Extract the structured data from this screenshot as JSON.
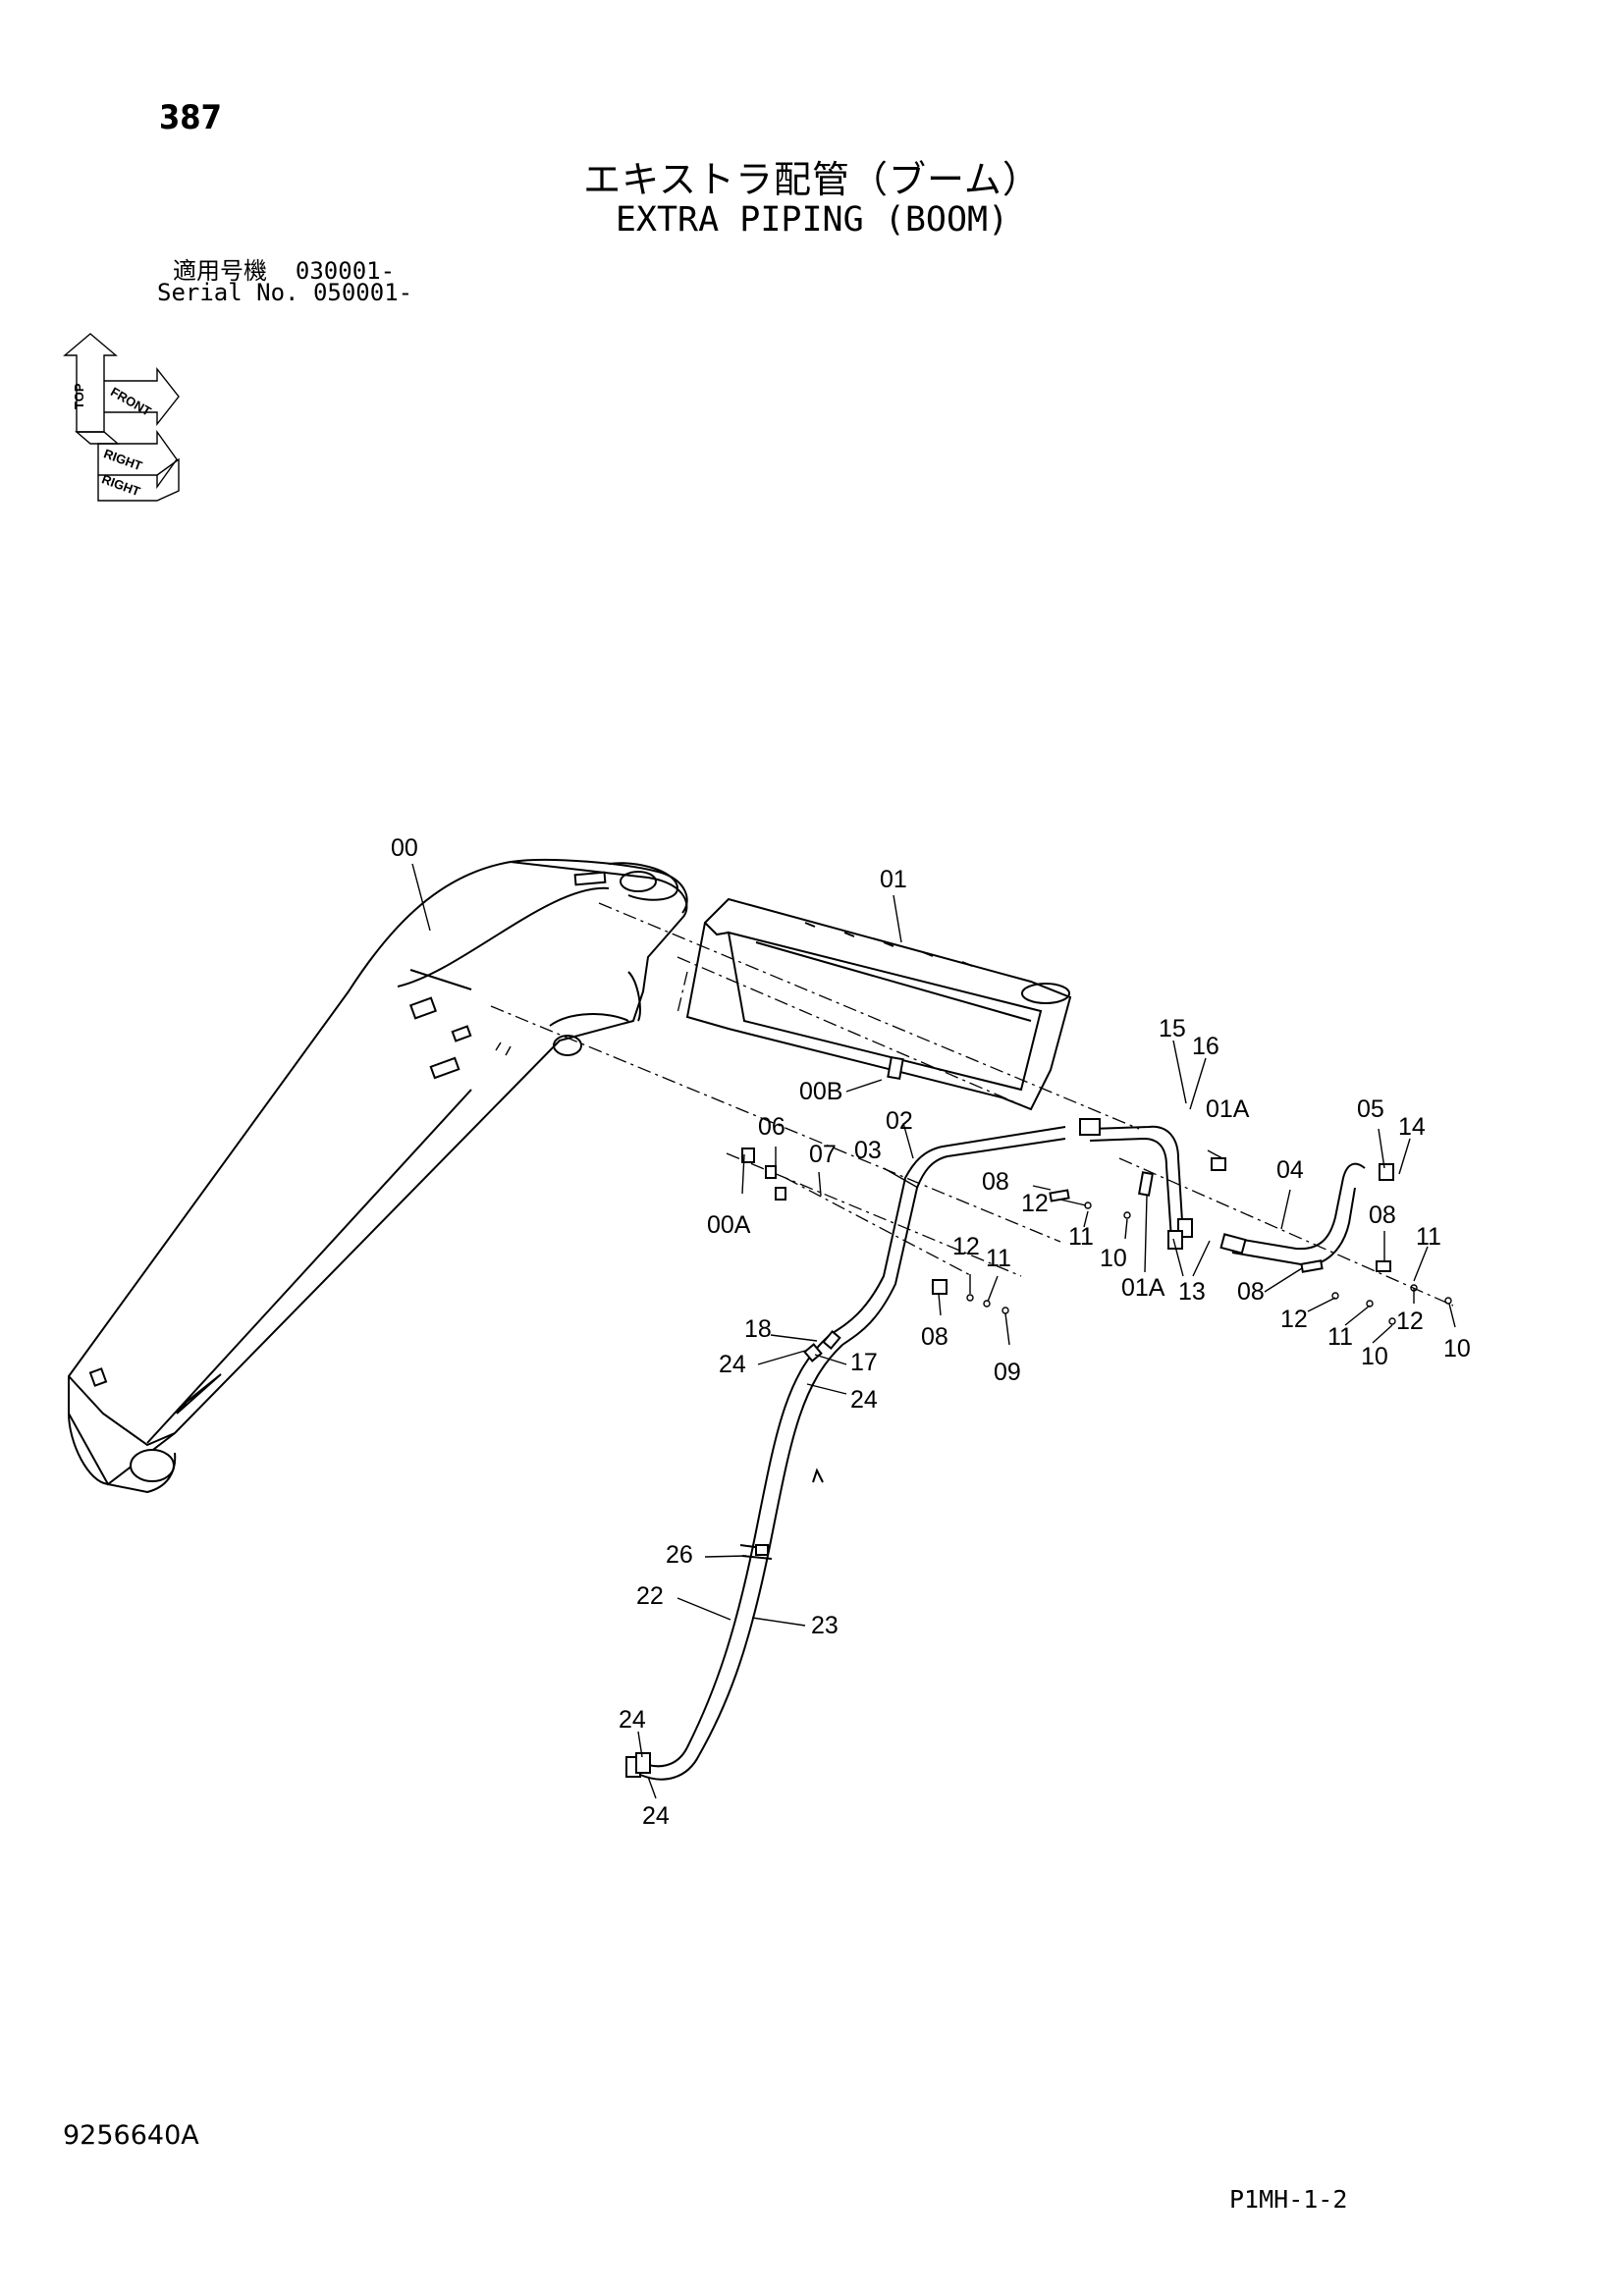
{
  "header": {
    "page_number": "387",
    "title_jp": "エキストラ配管（ブーム）",
    "title_en": "EXTRA PIPING (BOOM)",
    "serial_jp": "適用号機  030001-",
    "serial_en": "Serial No. 050001-"
  },
  "orientation_indicator": {
    "labels": [
      "TOP",
      "FRONT",
      "RIGHT"
    ]
  },
  "callouts": [
    {
      "id": "c-00",
      "text": "00"
    },
    {
      "id": "c-01",
      "text": "01"
    },
    {
      "id": "c-00B",
      "text": "00B"
    },
    {
      "id": "c-02",
      "text": "02"
    },
    {
      "id": "c-03",
      "text": "03"
    },
    {
      "id": "c-06",
      "text": "06"
    },
    {
      "id": "c-07",
      "text": "07"
    },
    {
      "id": "c-00A",
      "text": "00A"
    },
    {
      "id": "c-15",
      "text": "15"
    },
    {
      "id": "c-16",
      "text": "16"
    },
    {
      "id": "c-01A-top",
      "text": "01A"
    },
    {
      "id": "c-05",
      "text": "05"
    },
    {
      "id": "c-14",
      "text": "14"
    },
    {
      "id": "c-04",
      "text": "04"
    },
    {
      "id": "c-08-a",
      "text": "08"
    },
    {
      "id": "c-12-a",
      "text": "12"
    },
    {
      "id": "c-11-a",
      "text": "11"
    },
    {
      "id": "c-10-a",
      "text": "10"
    },
    {
      "id": "c-12-b",
      "text": "12"
    },
    {
      "id": "c-11-b",
      "text": "11"
    },
    {
      "id": "c-08-b",
      "text": "08"
    },
    {
      "id": "c-09",
      "text": "09"
    },
    {
      "id": "c-01A-bot",
      "text": "01A"
    },
    {
      "id": "c-13",
      "text": "13"
    },
    {
      "id": "c-08-c",
      "text": "08"
    },
    {
      "id": "c-11-c",
      "text": "11"
    },
    {
      "id": "c-08-d",
      "text": "08"
    },
    {
      "id": "c-12-c",
      "text": "12"
    },
    {
      "id": "c-11-d",
      "text": "11"
    },
    {
      "id": "c-10-b",
      "text": "10"
    },
    {
      "id": "c-12-d",
      "text": "12"
    },
    {
      "id": "c-10-c",
      "text": "10"
    },
    {
      "id": "c-18",
      "text": "18"
    },
    {
      "id": "c-24-a",
      "text": "24"
    },
    {
      "id": "c-17",
      "text": "17"
    },
    {
      "id": "c-24-b",
      "text": "24"
    },
    {
      "id": "c-26",
      "text": "26"
    },
    {
      "id": "c-22",
      "text": "22"
    },
    {
      "id": "c-23",
      "text": "23"
    },
    {
      "id": "c-24-c",
      "text": "24"
    },
    {
      "id": "c-24-d",
      "text": "24"
    }
  ],
  "footer": {
    "document_number": "9256640A",
    "sheet_reference": "P1MH-1-2"
  }
}
